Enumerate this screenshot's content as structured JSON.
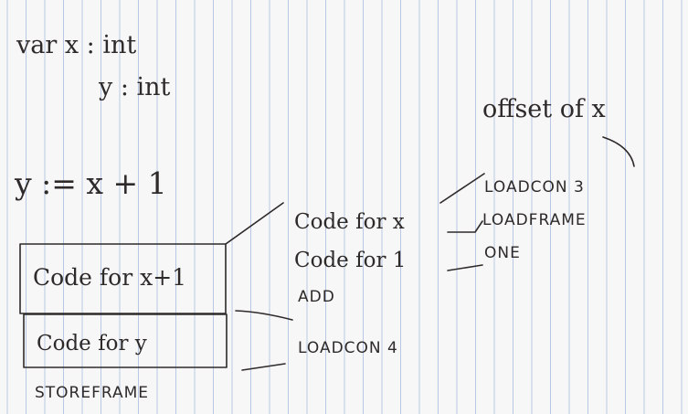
{
  "declarations": {
    "line1": "var x : int",
    "line2": "y : int"
  },
  "statement": "y := x + 1",
  "boxes": {
    "code_x_plus_1": "Code for x+1",
    "code_y": "Code for y"
  },
  "store_op": "STOREFRAME",
  "expansion": {
    "code_for_x": "Code for x",
    "code_for_1": "Code for 1",
    "add": "ADD",
    "loadcon_4": "LOADCON 4"
  },
  "code_for_x_expansion": {
    "loadcon_3": "LOADCON 3",
    "loadframe": "LOADFRAME",
    "one": "ONE"
  },
  "annotation": "offset of x",
  "colors": {
    "paper": "#f7f7f7",
    "rule_lines": "#b8c7e3",
    "ink": "#2e2a2a"
  }
}
